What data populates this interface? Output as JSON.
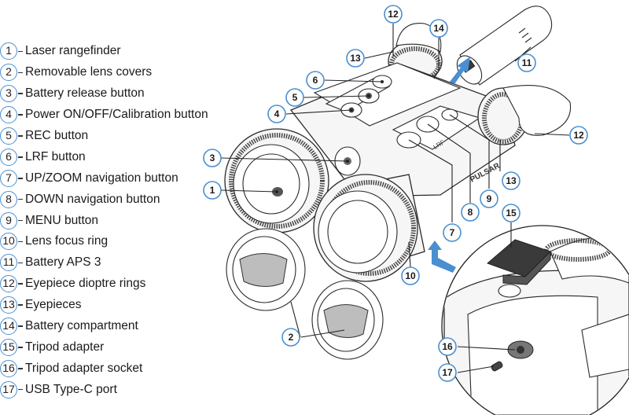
{
  "legend": [
    {
      "num": "1",
      "label": "Laser rangefinder"
    },
    {
      "num": "2",
      "label": "Removable lens covers"
    },
    {
      "num": "3",
      "label": "Battery release button"
    },
    {
      "num": "4",
      "label": "Power ON/OFF/Calibration button"
    },
    {
      "num": "5",
      "label": "REC button"
    },
    {
      "num": "6",
      "label": "LRF button"
    },
    {
      "num": "7",
      "label": "UP/ZOOM navigation button"
    },
    {
      "num": "8",
      "label": "DOWN navigation button"
    },
    {
      "num": "9",
      "label": "MENU button"
    },
    {
      "num": "10",
      "label": "Lens focus ring"
    },
    {
      "num": "11",
      "label": "Battery APS 3"
    },
    {
      "num": "12",
      "label": "Eyepiece dioptre rings"
    },
    {
      "num": "13",
      "label": "Eyepieces"
    },
    {
      "num": "14",
      "label": "Battery compartment"
    },
    {
      "num": "15",
      "label": "Tripod adapter"
    },
    {
      "num": "16",
      "label": "Tripod adapter socket"
    },
    {
      "num": "17",
      "label": "USB Type-C port"
    }
  ],
  "callouts": {
    "c1": "1",
    "c2": "2",
    "c3": "3",
    "c4": "4",
    "c5": "5",
    "c6": "6",
    "c7": "7",
    "c8": "8",
    "c9": "9",
    "c10": "10",
    "c11": "11",
    "c12a": "12",
    "c12b": "12",
    "c13a": "13",
    "c13b": "13",
    "c14": "14",
    "c15": "15",
    "c16": "16",
    "c17": "17"
  },
  "device": {
    "brand_text": "PULSAR",
    "model_text": "LRF"
  },
  "colors": {
    "accent": "#4a8fcf",
    "ink": "#2a2a2a"
  }
}
